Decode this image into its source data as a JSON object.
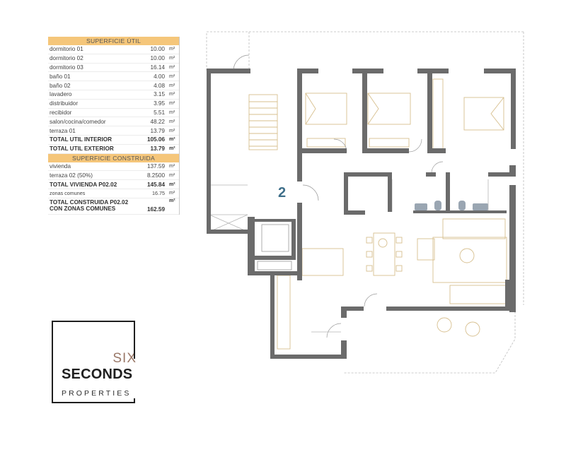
{
  "unit_label": "2",
  "colors": {
    "table_header": "#f5c67a",
    "wall": "#6b6b6b",
    "furniture": "#d7bf8e",
    "unit_label": "#3f6f8a",
    "logo_accent": "#9a7868"
  },
  "table": {
    "useful_header": "SUPERFICIE ÚTIL",
    "useful_rows": [
      {
        "label": "dormitorio 01",
        "value": "10.00",
        "unit": "m²"
      },
      {
        "label": "dormitorio 02",
        "value": "10.00",
        "unit": "m²"
      },
      {
        "label": "dormitorio 03",
        "value": "16.14",
        "unit": "m²"
      },
      {
        "label": "baño 01",
        "value": "4.00",
        "unit": "m²"
      },
      {
        "label": "baño 02",
        "value": "4.08",
        "unit": "m²"
      },
      {
        "label": "lavadero",
        "value": "3.15",
        "unit": "m²"
      },
      {
        "label": "distribuidor",
        "value": "3.95",
        "unit": "m²"
      },
      {
        "label": "recibidor",
        "value": "5.51",
        "unit": "m²"
      },
      {
        "label": "salon/cocina/comedor",
        "value": "48.22",
        "unit": "m²"
      },
      {
        "label": "terraza 01",
        "value": "13.79",
        "unit": "m²"
      },
      {
        "label": "TOTAL UTIL INTERIOR",
        "value": "105.06",
        "unit": "m²"
      },
      {
        "label": "TOTAL UTIL EXTERIOR",
        "value": "13.79",
        "unit": "m²"
      }
    ],
    "built_header": "SUPERFICIE CONSTRUIDA",
    "built_rows": [
      {
        "label": "vivienda",
        "value": "137.59",
        "unit": "m²"
      },
      {
        "label": "terraza 02 (50%)",
        "value": "8.2500",
        "unit": "m²"
      },
      {
        "label": "TOTAL VIVIENDA P02.02",
        "value": "145.84",
        "unit": "m²"
      },
      {
        "label": "zonas comunes",
        "value": "16.75",
        "unit": "m²"
      },
      {
        "label": "TOTAL CONSTRUIDA P02.02 CON ZONAS COMUNES",
        "value": "162.59",
        "unit": "m²"
      }
    ]
  },
  "logo": {
    "line1": "SIX",
    "line2": "SECONDS",
    "line3": "PROPERTIES"
  }
}
